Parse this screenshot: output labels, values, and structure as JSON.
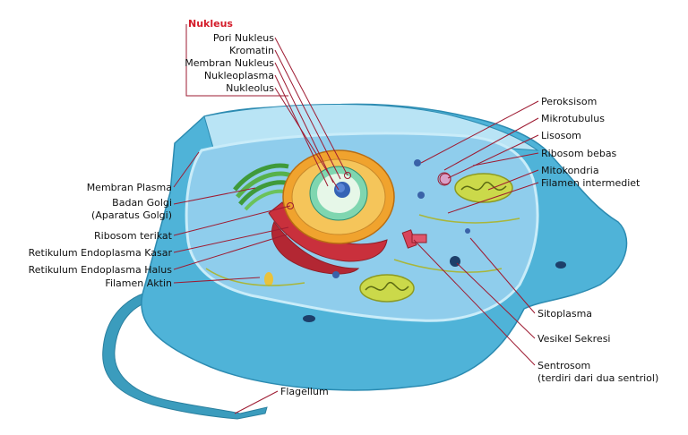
{
  "nucleus_group": {
    "title": "Nukleus",
    "parts": [
      "Pori Nukleus",
      "Kromatin",
      "Membran Nukleus",
      "Nukleoplasma",
      "Nukleolus"
    ]
  },
  "left_labels": {
    "membran_plasma": "Membran Plasma",
    "badan_golgi": "Badan Golgi",
    "aparatus_golgi": "(Aparatus Golgi)",
    "ribosom_terikat": "Ribosom terikat",
    "re_kasar": "Retikulum Endoplasma Kasar",
    "re_halus": "Retikulum Endoplasma Halus",
    "filamen_aktin": "Filamen Aktin"
  },
  "right_labels": {
    "peroksisom": "Peroksisom",
    "mikrotubulus": "Mikrotubulus",
    "lisosom": "Lisosom",
    "ribosom_bebas": "Ribosom bebas",
    "mitokondria": "Mitokondria",
    "filamen_intermediet": "Filamen intermediet",
    "sitoplasma": "Sitoplasma",
    "vesikel_sekresi": "Vesikel Sekresi",
    "sentrosom": "Sentrosom",
    "sentrosom_note": "(terdiri dari dua sentriol)"
  },
  "bottom_labels": {
    "flagellum": "Flagellum"
  },
  "colors": {
    "leader_line": "#9e1b32",
    "nucleus_title": "#d41c2a",
    "cell_outer": "#56b4d6",
    "cell_inner": "#9fd6ef",
    "cytoplasm": "#6fc1e3",
    "nuclear_envelope": "#f0a32e",
    "nucleoplasm": "#7fd6b0",
    "rough_er": "#c9303c",
    "golgi": "#3f9a3a",
    "mitochondria": "#cbd94a"
  }
}
